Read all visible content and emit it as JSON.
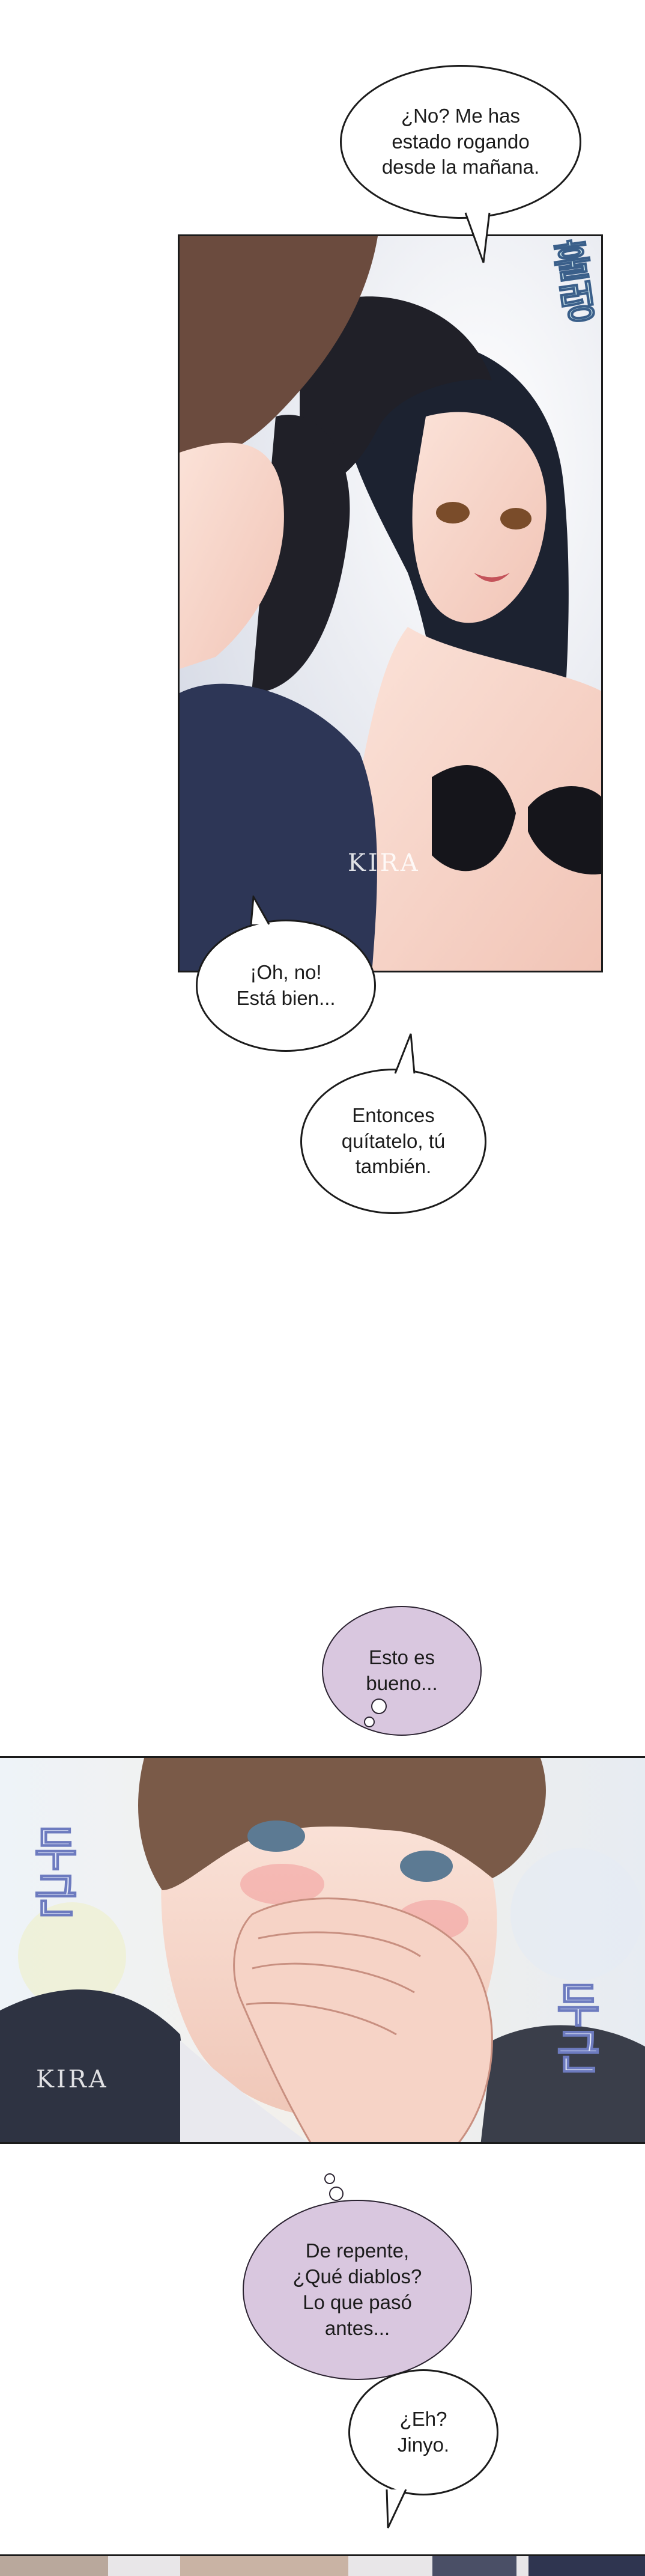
{
  "bubbles": {
    "b1": "¿No? Me has\nestado rogando\ndesde la mañana.",
    "b2": "¡Oh, no!\nEstá bien...",
    "b3": "Entonces\nquítatelo, tú\ntambién.",
    "t1": "Esto es\nbueno...",
    "t2": "De repente,\n¿Qué diablos?\nLo que pasó\nantes...",
    "b4": "¿Eh?\nJinyo."
  },
  "sfx": {
    "s1": "훌렁",
    "s2": "두근",
    "s3": "두근"
  },
  "watermarks": {
    "w1": "KIRA",
    "w2": "KIRA"
  },
  "colors": {
    "thought_fill": "#d9c7df",
    "outline": "#1b1b1b"
  }
}
